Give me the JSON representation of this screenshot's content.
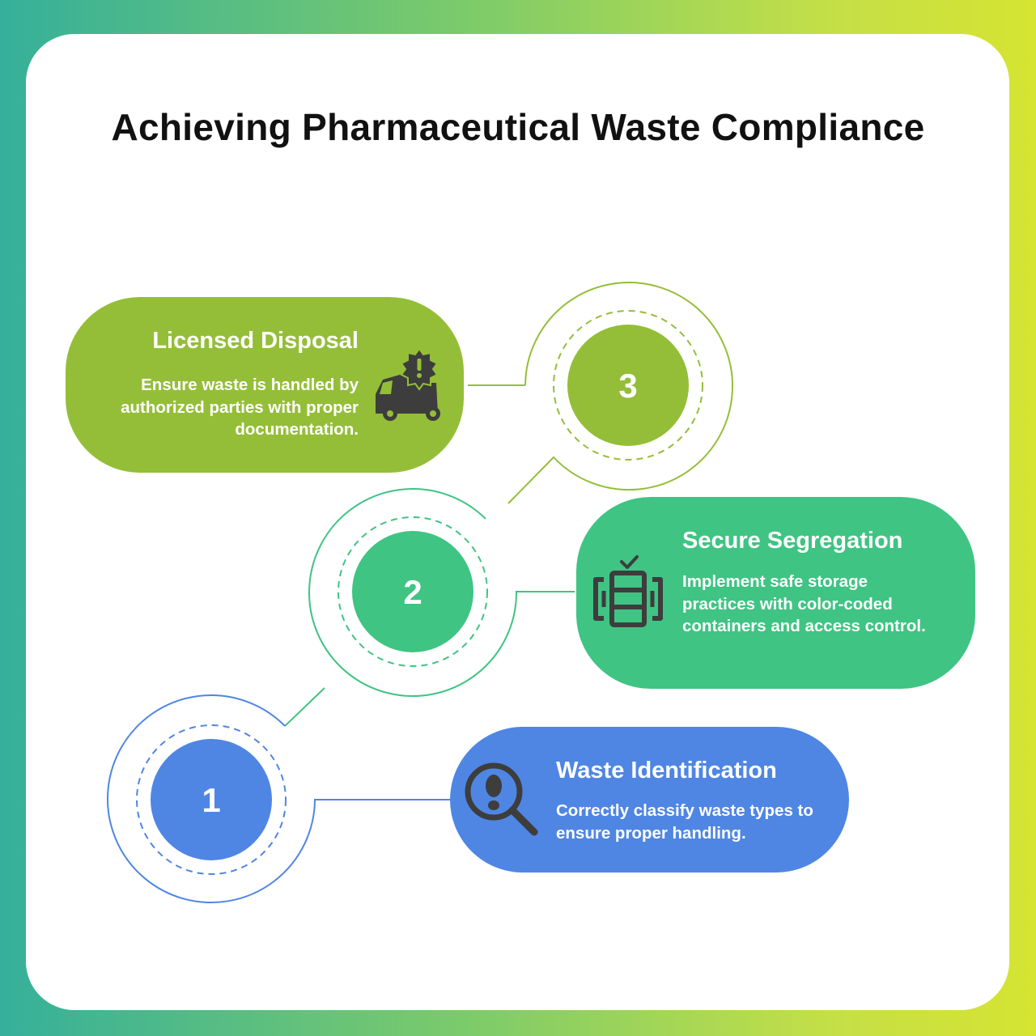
{
  "title": "Achieving Pharmaceutical Waste Compliance",
  "steps": [
    {
      "number": "3",
      "heading": "Licensed Disposal",
      "description": "Ensure waste is handled by authorized parties with proper documentation.",
      "color": "#94be38",
      "icon": "hazard-truck-icon"
    },
    {
      "number": "2",
      "heading": "Secure Segregation",
      "description": "Implement safe storage practices with color-coded containers and access control.",
      "color": "#3fc483",
      "icon": "storage-container-icon"
    },
    {
      "number": "1",
      "heading": "Waste Identification",
      "description": "Correctly classify waste types to ensure proper handling.",
      "color": "#4f86e3",
      "icon": "magnifier-footprint-icon"
    }
  ]
}
